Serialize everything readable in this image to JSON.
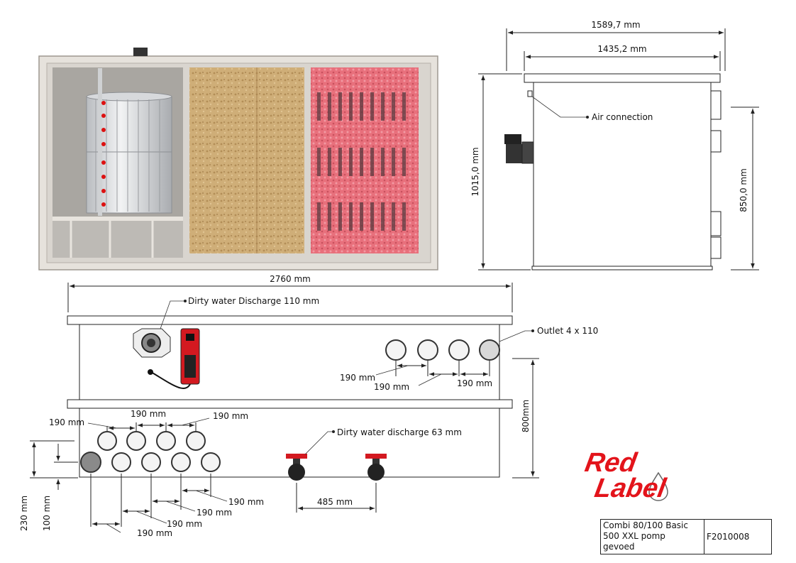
{
  "top_view": {
    "width_outer": "1589,7 mm",
    "width_inner": "1435,2 mm",
    "height_total": "1015,0 mm",
    "height_side": "850,0 mm",
    "air_connection": "Air connection"
  },
  "front_view": {
    "length": "2760 mm",
    "dirty_discharge_110": "Dirty water Discharge 110 mm",
    "outlet": "Outlet 4 x 110",
    "height_800": "800mm",
    "dirty_discharge_63": "Dirty water discharge 63 mm",
    "spacing_190": "190 mm",
    "spacing_485": "485 mm",
    "height_230": "230 mm",
    "height_100": "100 mm"
  },
  "logo": {
    "line1": "Red",
    "line2": "Label",
    "color": "#e3141b"
  },
  "title_block": {
    "description": "Combi 80/100 Basic\n500  XXL pomp\ngevoed",
    "code": "F2010008"
  }
}
